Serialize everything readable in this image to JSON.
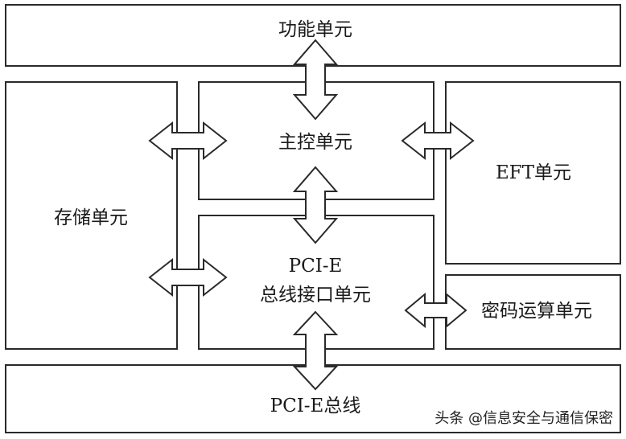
{
  "units": {
    "function": "功能单元",
    "main_control": "主控单元",
    "storage": "存储单元",
    "eft": "EFT单元",
    "pcie_interface_line1": "PCI-E",
    "pcie_interface_line2": "总线接口单元",
    "crypto": "密码运算单元",
    "pcie_bus": "PCI-E总线"
  },
  "watermark": "头条 @信息安全与通信保密"
}
